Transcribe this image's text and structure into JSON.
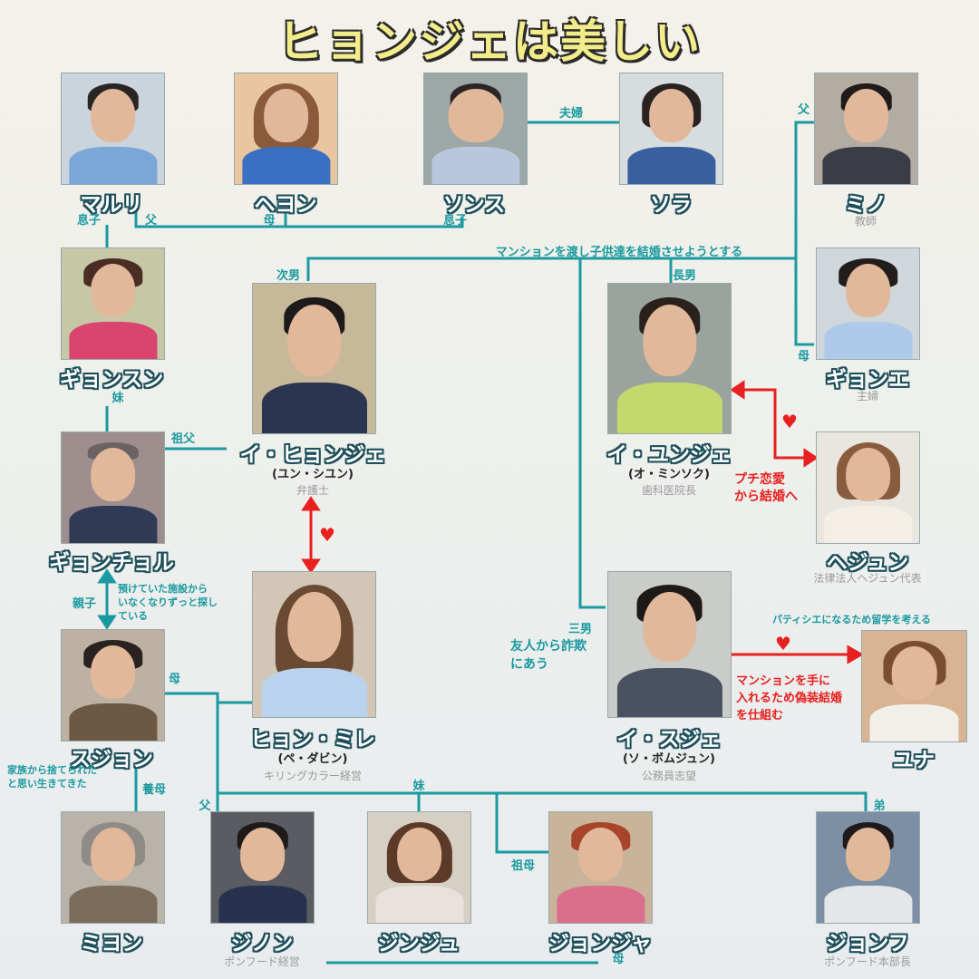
{
  "title": "ヒョンジェは美しい",
  "colors": {
    "line": "#1a9aa0",
    "love": "#e8201f",
    "name_outline": "#1d4f5a"
  },
  "characters": {
    "maruri": {
      "name": "マルリ",
      "icon": "portrait-photo"
    },
    "heyon": {
      "name": "ヘヨン",
      "icon": "portrait-photo"
    },
    "sonsu": {
      "name": "ソンス",
      "icon": "portrait-photo"
    },
    "sora": {
      "name": "ソラ",
      "icon": "portrait-photo"
    },
    "mino": {
      "name": "ミノ",
      "job": "教師",
      "icon": "portrait-photo"
    },
    "gyonsun": {
      "name": "ギョンスン",
      "icon": "portrait-photo"
    },
    "hyonje": {
      "name": "イ・ヒョンジェ",
      "actor": "(ユン・シユン)",
      "job": "弁護士",
      "icon": "portrait-photo"
    },
    "yunje": {
      "name": "イ・ユンジェ",
      "actor": "(オ・ミンソク)",
      "job": "歯科医院長",
      "icon": "portrait-photo"
    },
    "gyone": {
      "name": "ギョンエ",
      "job": "主婦",
      "icon": "portrait-photo"
    },
    "gyonchol": {
      "name": "ギョンチョル",
      "icon": "portrait-photo"
    },
    "hejun": {
      "name": "ヘジュン",
      "job": "法律法人ヘジュン代表",
      "icon": "portrait-photo"
    },
    "mire": {
      "name": "ヒョン・ミレ",
      "actor": "(ペ・ダビン)",
      "job": "キリングカラー経営",
      "icon": "portrait-photo"
    },
    "suje": {
      "name": "イ・スジェ",
      "actor": "(ソ・ボムジュン)",
      "job": "公務員志望",
      "icon": "portrait-photo"
    },
    "yuna": {
      "name": "ユナ",
      "icon": "portrait-photo"
    },
    "sujon": {
      "name": "スジョン",
      "icon": "portrait-photo"
    },
    "miyon": {
      "name": "ミヨン",
      "icon": "portrait-photo"
    },
    "jinon": {
      "name": "ジノン",
      "job": "ポンフード経営",
      "icon": "portrait-photo"
    },
    "jinju": {
      "name": "ジンジュ",
      "icon": "portrait-photo"
    },
    "jonja": {
      "name": "ジョンジャ",
      "icon": "portrait-photo"
    },
    "jonfu": {
      "name": "ジョンフ",
      "job": "ポンフード本部長",
      "icon": "portrait-photo"
    }
  },
  "relations": {
    "fuufu": "夫婦",
    "chichi": "父",
    "musuko1": "息子",
    "chichi2": "父",
    "haha1": "母",
    "musuko2": "息子",
    "mansion": "マンションを渡し子供達を結婚させようとする",
    "jinan": "次男",
    "chonan": "長男",
    "haha2": "母",
    "imoto1": "妹",
    "sofu": "祖父",
    "oyako": "親子",
    "haha3": "母",
    "sannan": "三男",
    "yoboha": "養母",
    "imoto2": "妹",
    "chichi3": "父",
    "sobo": "祖母",
    "otouto": "弟",
    "haha4": "母"
  },
  "notes": {
    "sagi": "友人から詐欺\nにあう",
    "shisetsu": "預けていた施設から\nいなくなりずっと探し\nている",
    "suterare": "家族から捨てられた\nと思い生きてきた",
    "patissier": "パティシエになるため留学を考える",
    "petit": "プチ恋愛\nから結婚へ",
    "gisou": "マンションを手に\n入れるため偽装結婚\nを仕組む"
  },
  "heart_symbol": "♥"
}
